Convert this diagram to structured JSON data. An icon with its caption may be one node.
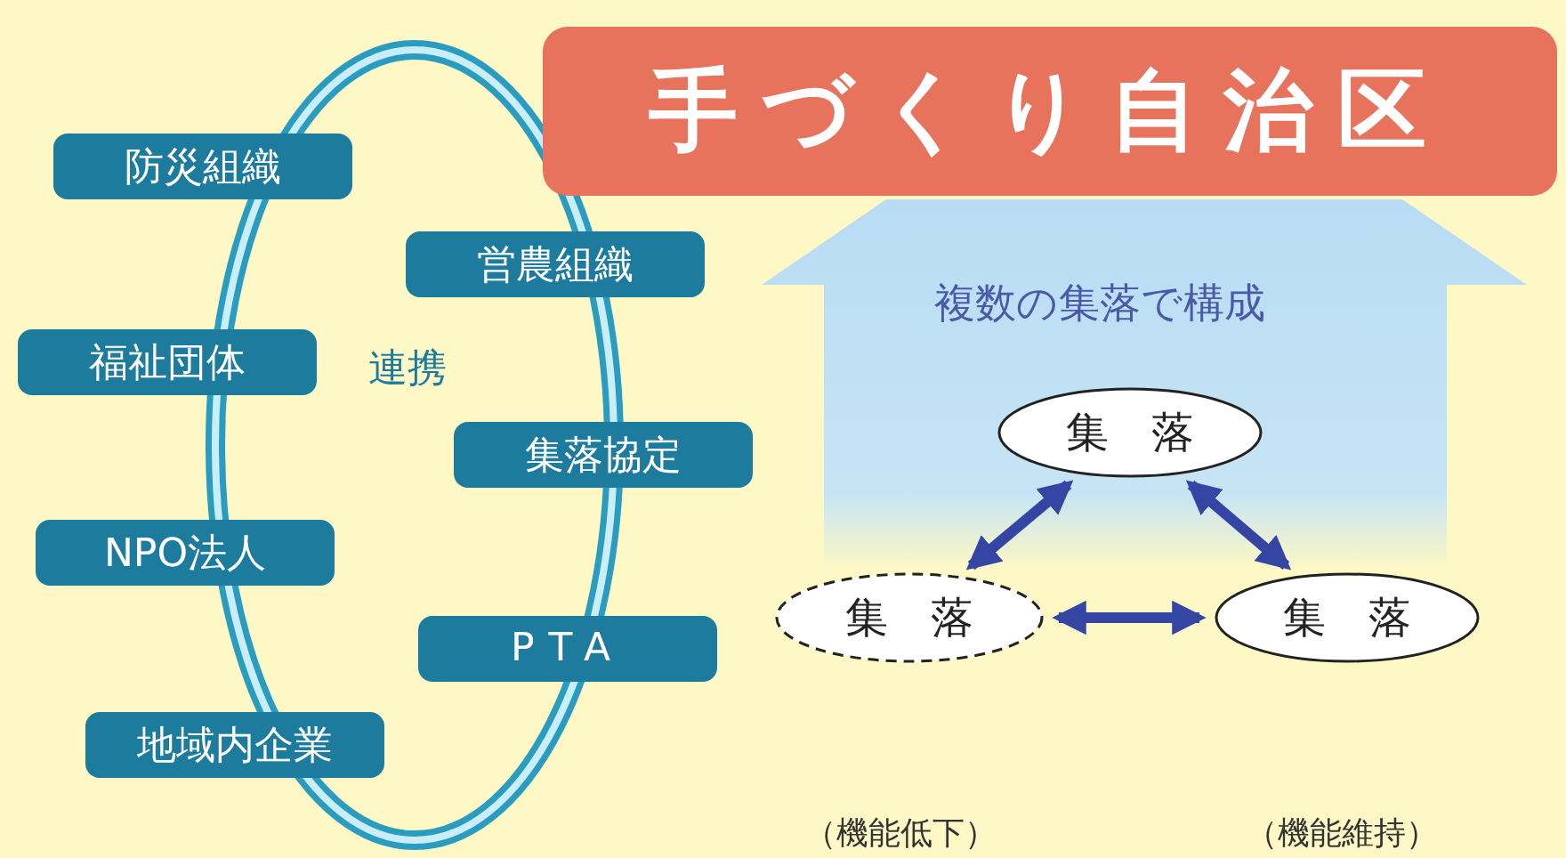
{
  "diagram": {
    "title": "手づくり自治区",
    "nodes": [
      {
        "text": [
          "連携"
        ]
      },
      {
        "text": [
          "防災組織"
        ]
      },
      {
        "text": [
          "営農組織"
        ]
      },
      {
        "text": [
          "福祉団体"
        ]
      },
      {
        "text": [
          "集落協定"
        ]
      },
      {
        "text": [
          "NPO法人"
        ]
      },
      {
        "text": [
          "PTA"
        ]
      },
      {
        "text": [
          "地域内企業"
        ]
      },
      {
        "text": [
          "複数の集落で構成"
        ]
      },
      {
        "text": [
          "集　落"
        ],
        "in": 8
      },
      {
        "text": [
          "集　落"
        ]
      },
      {
        "text": [
          "集　落"
        ]
      }
    ],
    "labels": [
      "（機能低下）",
      "（機能維持）"
    ],
    "edges": [
      {
        "from": 9,
        "to": 10,
        "arrow": "both"
      },
      {
        "from": 9,
        "to": 11,
        "arrow": "both"
      },
      {
        "from": 10,
        "to": 11,
        "arrow": "both"
      }
    ]
  }
}
